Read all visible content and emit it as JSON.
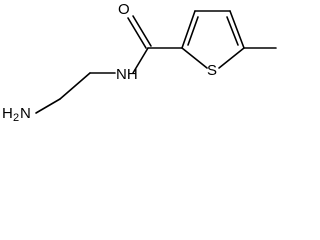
{
  "molecule": {
    "atoms": {
      "oxygen": "O",
      "amide_nitrogen": "NH",
      "sulfur": "S",
      "amine_h": "H",
      "amine_subscript": "2",
      "amine_n": "N"
    },
    "colors": {
      "bond": "#000000",
      "label": "#000000",
      "background": "#ffffff"
    }
  }
}
